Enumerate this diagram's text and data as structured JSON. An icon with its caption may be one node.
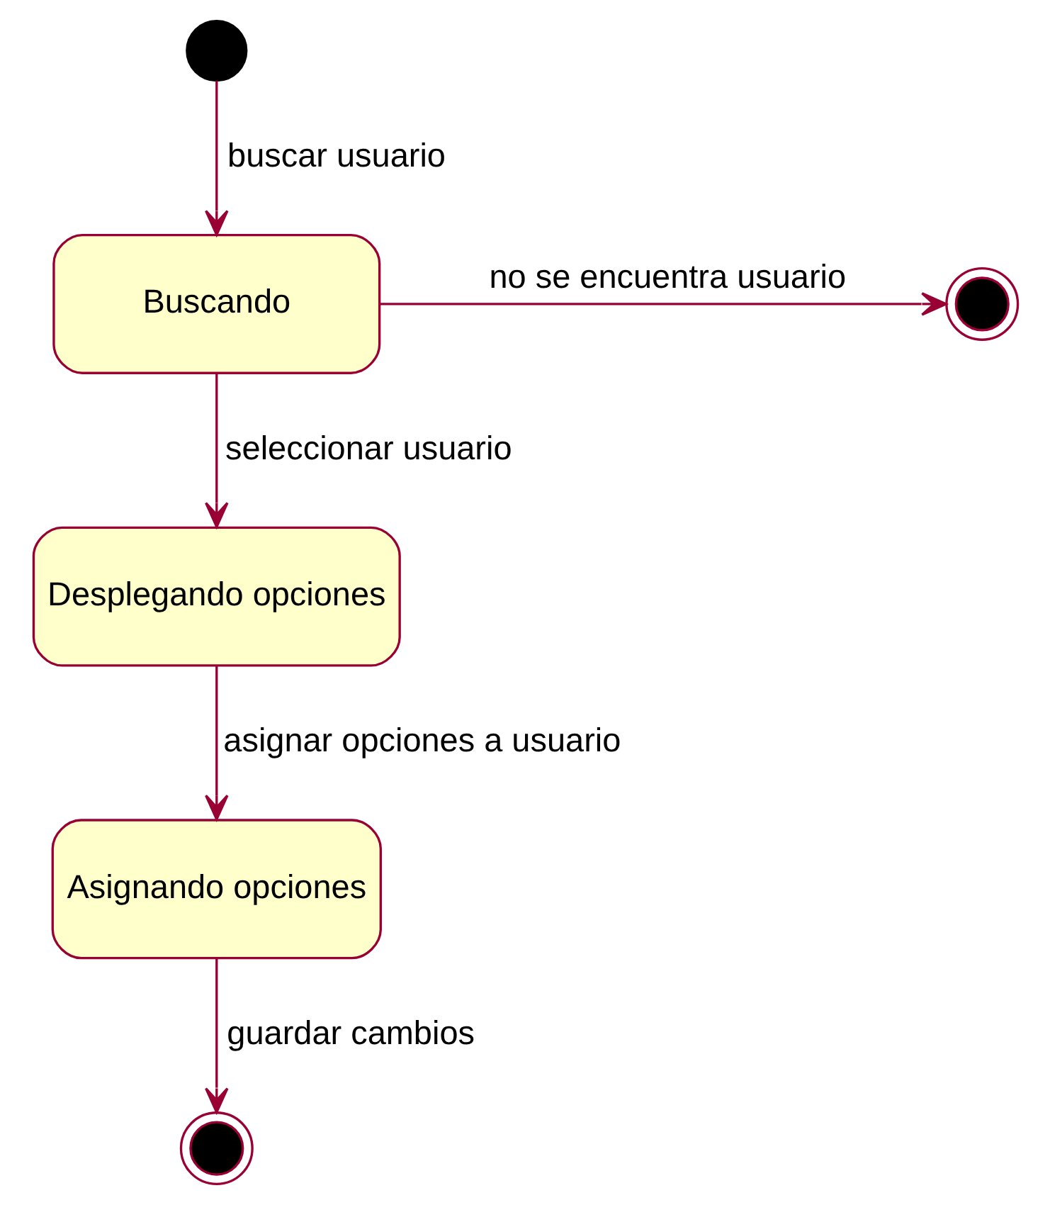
{
  "diagram": {
    "nodes": [
      {
        "text": [],
        "shape": "circle"
      },
      {
        "text": [
          "Buscando"
        ]
      },
      {
        "text": [],
        "shape": "circle"
      },
      {
        "text": [
          "Desplegando opciones"
        ]
      },
      {
        "text": [
          "Asignando opciones"
        ]
      },
      {
        "text": [],
        "shape": "circle"
      }
    ],
    "edges": [
      {
        "from": 0,
        "to": 1,
        "arrow": "to",
        "label": "buscar usuario"
      },
      {
        "from": 1,
        "to": 2,
        "arrow": "to",
        "label": "no se encuentra usuario"
      },
      {
        "from": 1,
        "to": 3,
        "arrow": "to",
        "label": "seleccionar usuario"
      },
      {
        "from": 3,
        "to": 4,
        "arrow": "to",
        "label": "asignar opciones a usuario"
      },
      {
        "from": 4,
        "to": 5,
        "arrow": "to",
        "label": "guardar cambios"
      }
    ]
  }
}
